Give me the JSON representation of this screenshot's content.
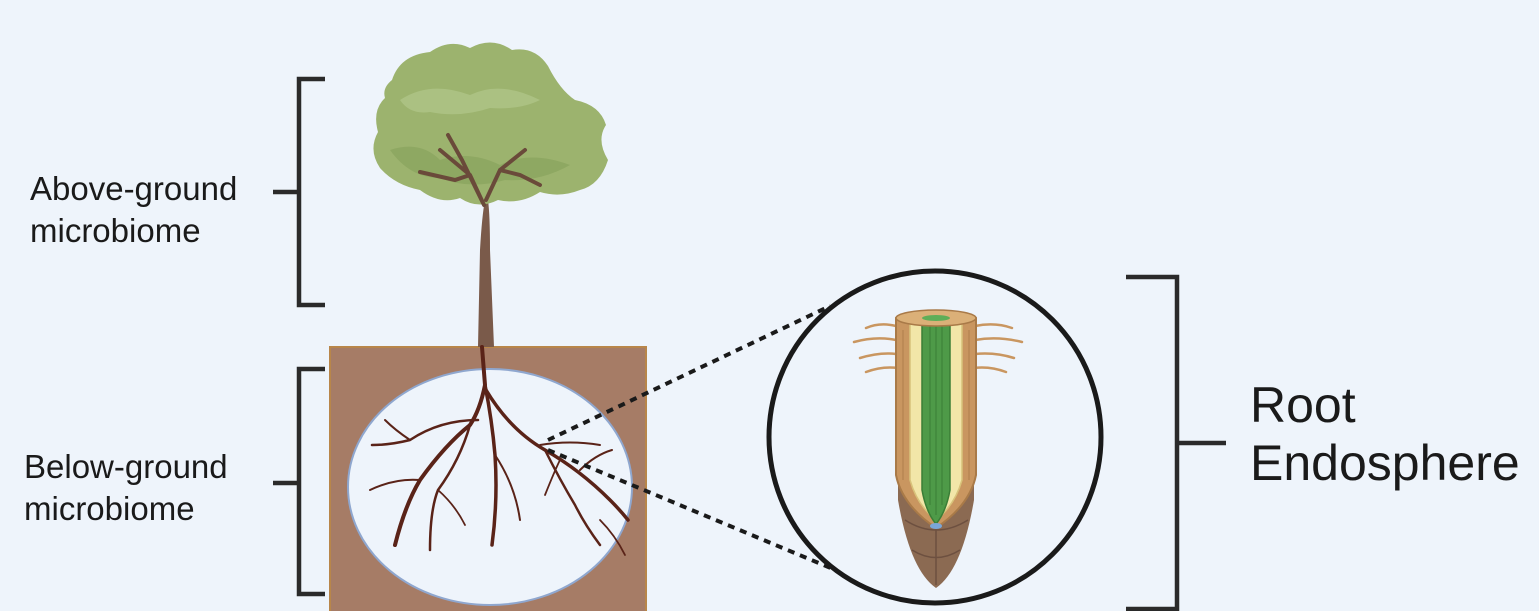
{
  "labels": {
    "above_ground": {
      "line1": "Above-ground",
      "line2": "microbiome"
    },
    "below_ground": {
      "line1": "Below-ground",
      "line2": "microbiome"
    },
    "root_endosphere": {
      "line1": "Root",
      "line2": "Endosphere"
    }
  },
  "colors": {
    "background": "#eef4fb",
    "soil": "#a67c66",
    "foliage": "#9cb36e",
    "trunk": "#7a5a4a",
    "roots": "#5a2318",
    "root_circle": "#ffffff",
    "bracket": "#2a2a2a",
    "root_outer": "#c99660",
    "root_inner": "#f2e6a8",
    "vascular": "#4e9a48",
    "root_cap": "#8b6a52"
  },
  "icons": [
    "tree-icon",
    "soil-block-icon",
    "root-system-icon",
    "root-tip-cross-section-icon"
  ]
}
